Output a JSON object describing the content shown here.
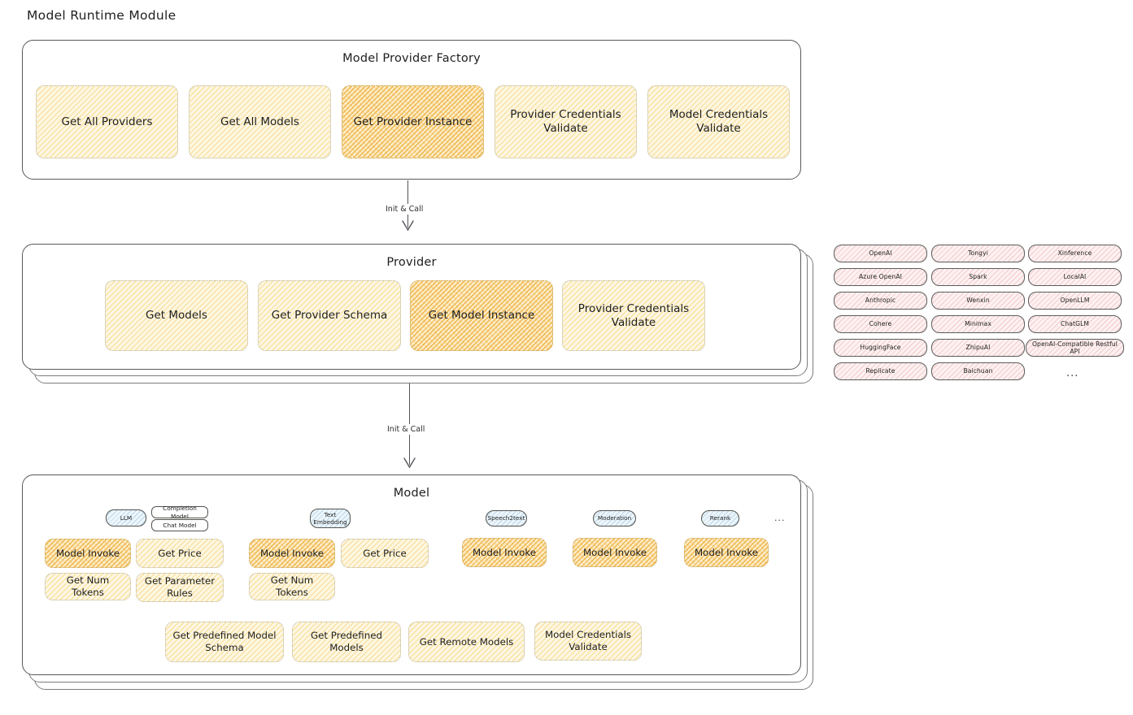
{
  "page": {
    "title": "Model Runtime Module"
  },
  "factory": {
    "title": "Model Provider Factory",
    "cards": [
      {
        "label": "Get All Providers",
        "highlight": false
      },
      {
        "label": "Get All Models",
        "highlight": false
      },
      {
        "label": "Get Provider Instance",
        "highlight": true
      },
      {
        "label": "Provider Credentials Validate",
        "highlight": false
      },
      {
        "label": "Model Credentials Validate",
        "highlight": false
      }
    ]
  },
  "connectors": [
    {
      "label": "Init & Call"
    },
    {
      "label": "Init & Call"
    }
  ],
  "provider": {
    "title": "Provider",
    "cards": [
      {
        "label": "Get Models",
        "highlight": false
      },
      {
        "label": "Get Provider Schema",
        "highlight": false
      },
      {
        "label": "Get Model Instance",
        "highlight": true
      },
      {
        "label": "Provider Credentials Validate",
        "highlight": false
      }
    ]
  },
  "provider_list": {
    "columns": [
      {
        "items": [
          "OpenAI",
          "Azure OpenAI",
          "Anthropic",
          "Cohere",
          "HuggingFace",
          "Replicate"
        ]
      },
      {
        "items": [
          "Tongyi",
          "Spark",
          "Wenxin",
          "Minimax",
          "ZhipuAI",
          "Baichuan"
        ]
      },
      {
        "items": [
          "Xinference",
          "LocalAI",
          "OpenLLM",
          "ChatGLM",
          "OpenAI-Compatible Restful API"
        ]
      }
    ],
    "more": "..."
  },
  "model": {
    "title": "Model",
    "more": "...",
    "types": [
      {
        "badge": "LLM",
        "sub_badges": [
          "Completion Model",
          "Chat Model"
        ],
        "ops": [
          "Model Invoke",
          "Get Price",
          "Get Num Tokens",
          "Get Parameter Rules"
        ]
      },
      {
        "badge": "Text Embedding",
        "sub_badges": [],
        "ops": [
          "Model Invoke",
          "Get Price",
          "Get Num Tokens"
        ]
      },
      {
        "badge": "Speech2text",
        "sub_badges": [],
        "ops": [
          "Model Invoke"
        ]
      },
      {
        "badge": "Moderation",
        "sub_badges": [],
        "ops": [
          "Model Invoke"
        ]
      },
      {
        "badge": "Rerank",
        "sub_badges": [],
        "ops": [
          "Model Invoke"
        ]
      }
    ],
    "common_ops": [
      "Get Predefined Model Schema",
      "Get Predefined Models",
      "Get Remote Models",
      "Model Credentials Validate"
    ]
  },
  "colors": {
    "highlight_fill": "#f5c94d",
    "light_fill": "#fdf6e3",
    "provider_fill": "#fdf1f1",
    "badge_fill": "#eef6fb",
    "stroke": "#1e1e1e"
  }
}
